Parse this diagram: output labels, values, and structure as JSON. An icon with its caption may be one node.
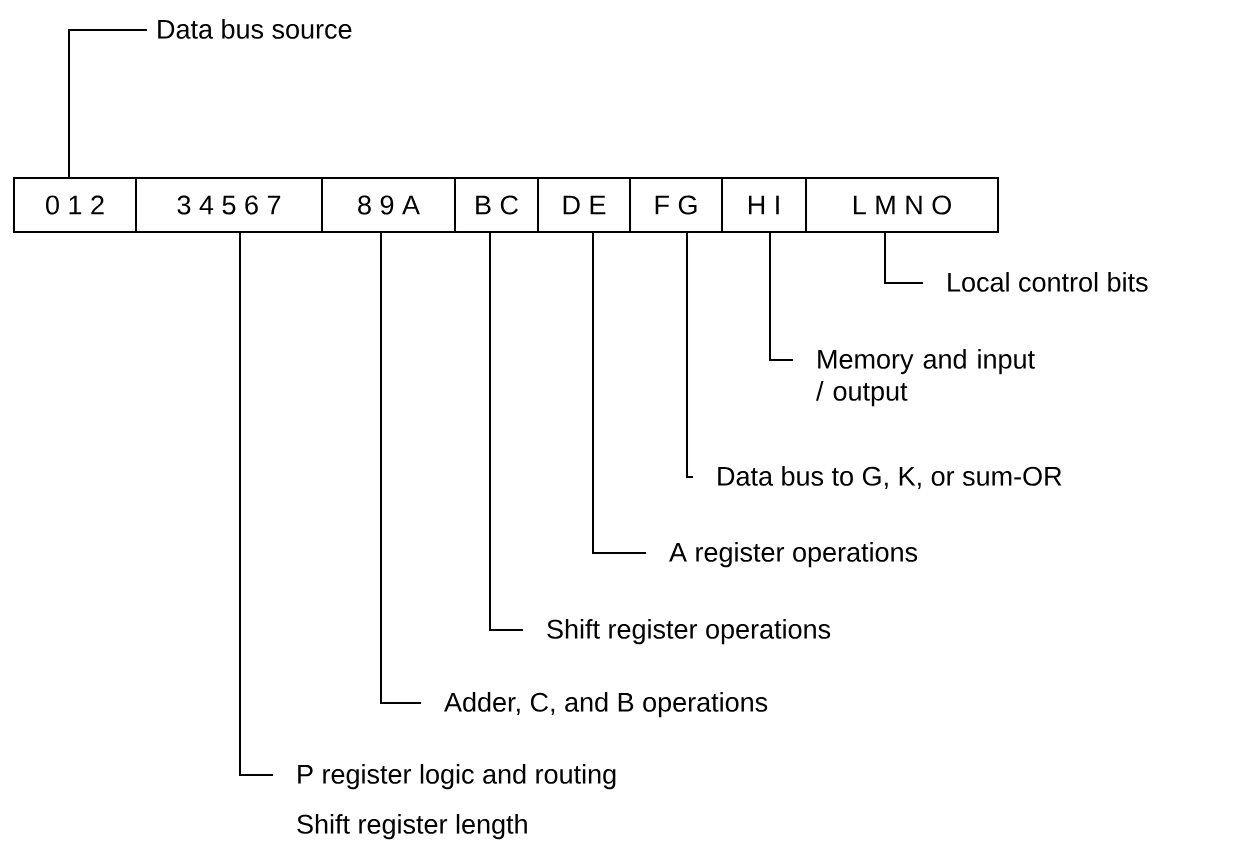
{
  "diagram": {
    "nodes": [
      {
        "text": [
          "0 1 2"
        ]
      },
      {
        "text": [
          "3 4 5 6 7"
        ]
      },
      {
        "text": [
          "8 9 A"
        ]
      },
      {
        "text": [
          "B C"
        ]
      },
      {
        "text": [
          "D E"
        ]
      },
      {
        "text": [
          "F G"
        ]
      },
      {
        "text": [
          "H I"
        ]
      },
      {
        "text": [
          "L M N O"
        ]
      },
      {
        "text": [
          "Data bus source"
        ]
      },
      {
        "text": [
          "Local control bits"
        ]
      },
      {
        "text": [
          "Memory and input / output"
        ]
      },
      {
        "text": [
          "Data bus to G, K, or sum-OR"
        ]
      },
      {
        "text": [
          "A register operations"
        ]
      },
      {
        "text": [
          "Shift register operations"
        ]
      },
      {
        "text": [
          "Adder, C, and B operations"
        ]
      },
      {
        "text": [
          "P register logic and routing",
          "Shift register length"
        ]
      }
    ],
    "edges": [
      {
        "from": 8,
        "to": 0,
        "arrow": "none"
      },
      {
        "from": 9,
        "to": 7,
        "arrow": "none"
      },
      {
        "from": 10,
        "to": 6,
        "arrow": "none"
      },
      {
        "from": 11,
        "to": 5,
        "arrow": "none"
      },
      {
        "from": 12,
        "to": 4,
        "arrow": "none"
      },
      {
        "from": 13,
        "to": 3,
        "arrow": "none"
      },
      {
        "from": 14,
        "to": 2,
        "arrow": "none"
      },
      {
        "from": 15,
        "to": 1,
        "arrow": "none"
      }
    ]
  }
}
